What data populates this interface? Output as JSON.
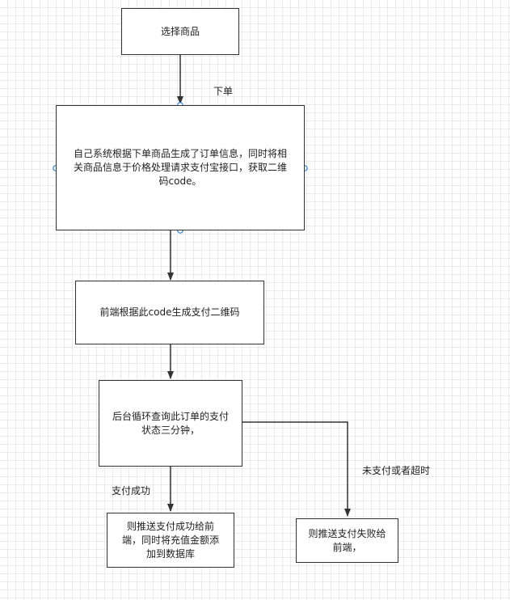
{
  "nodes": {
    "select_product": "选择商品",
    "generate_order": "自己系统根据下单商品生成了订单信息，同时将相\n关商品信息于价格处理请求支付宝接口，获取二维\n码code。",
    "frontend_qr": "前端根据此code生成支付二维码",
    "poll_status": "后台循环查询此订单的支付\n状态三分钟，",
    "push_success": "则推送支付成功给前\n端，同时将充值金额添\n加到数据库",
    "push_fail": "则推送支付失败给\n前端，"
  },
  "edges": {
    "place_order": "下单",
    "pay_success": "支付成功",
    "unpaid_timeout": "未支付或者超时"
  },
  "colors": {
    "line": "#333333",
    "port": "#2f7fd8"
  }
}
